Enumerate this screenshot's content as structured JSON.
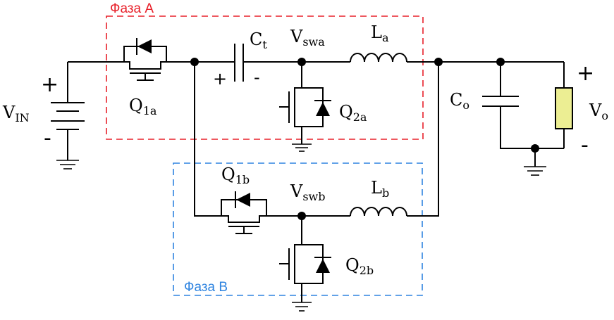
{
  "colors": {
    "phase_a": "#e8202a",
    "phase_b": "#2f84e0",
    "load_fill": "#ecee93",
    "wire": "#000000"
  },
  "phases": {
    "a": {
      "label": "Фаза А"
    },
    "b": {
      "label": "Фаза В"
    }
  },
  "source": {
    "name": "V",
    "sub": "IN",
    "plus": "+",
    "minus": "-"
  },
  "components": {
    "q1a": {
      "name": "Q",
      "sub": "1a"
    },
    "q1b": {
      "name": "Q",
      "sub": "1b"
    },
    "q2a": {
      "name": "Q",
      "sub": "2a"
    },
    "q2b": {
      "name": "Q",
      "sub": "2b"
    },
    "ct": {
      "name": "C",
      "sub": "t",
      "plus": "+",
      "minus": "-"
    },
    "la": {
      "name": "L",
      "sub": "a"
    },
    "lb": {
      "name": "L",
      "sub": "b"
    },
    "co": {
      "name": "C",
      "sub": "o"
    }
  },
  "nodes": {
    "vswa": {
      "name": "V",
      "sub": "swa"
    },
    "vswb": {
      "name": "V",
      "sub": "swb"
    }
  },
  "output": {
    "name": "V",
    "sub": "o",
    "plus": "+",
    "minus": "-"
  }
}
